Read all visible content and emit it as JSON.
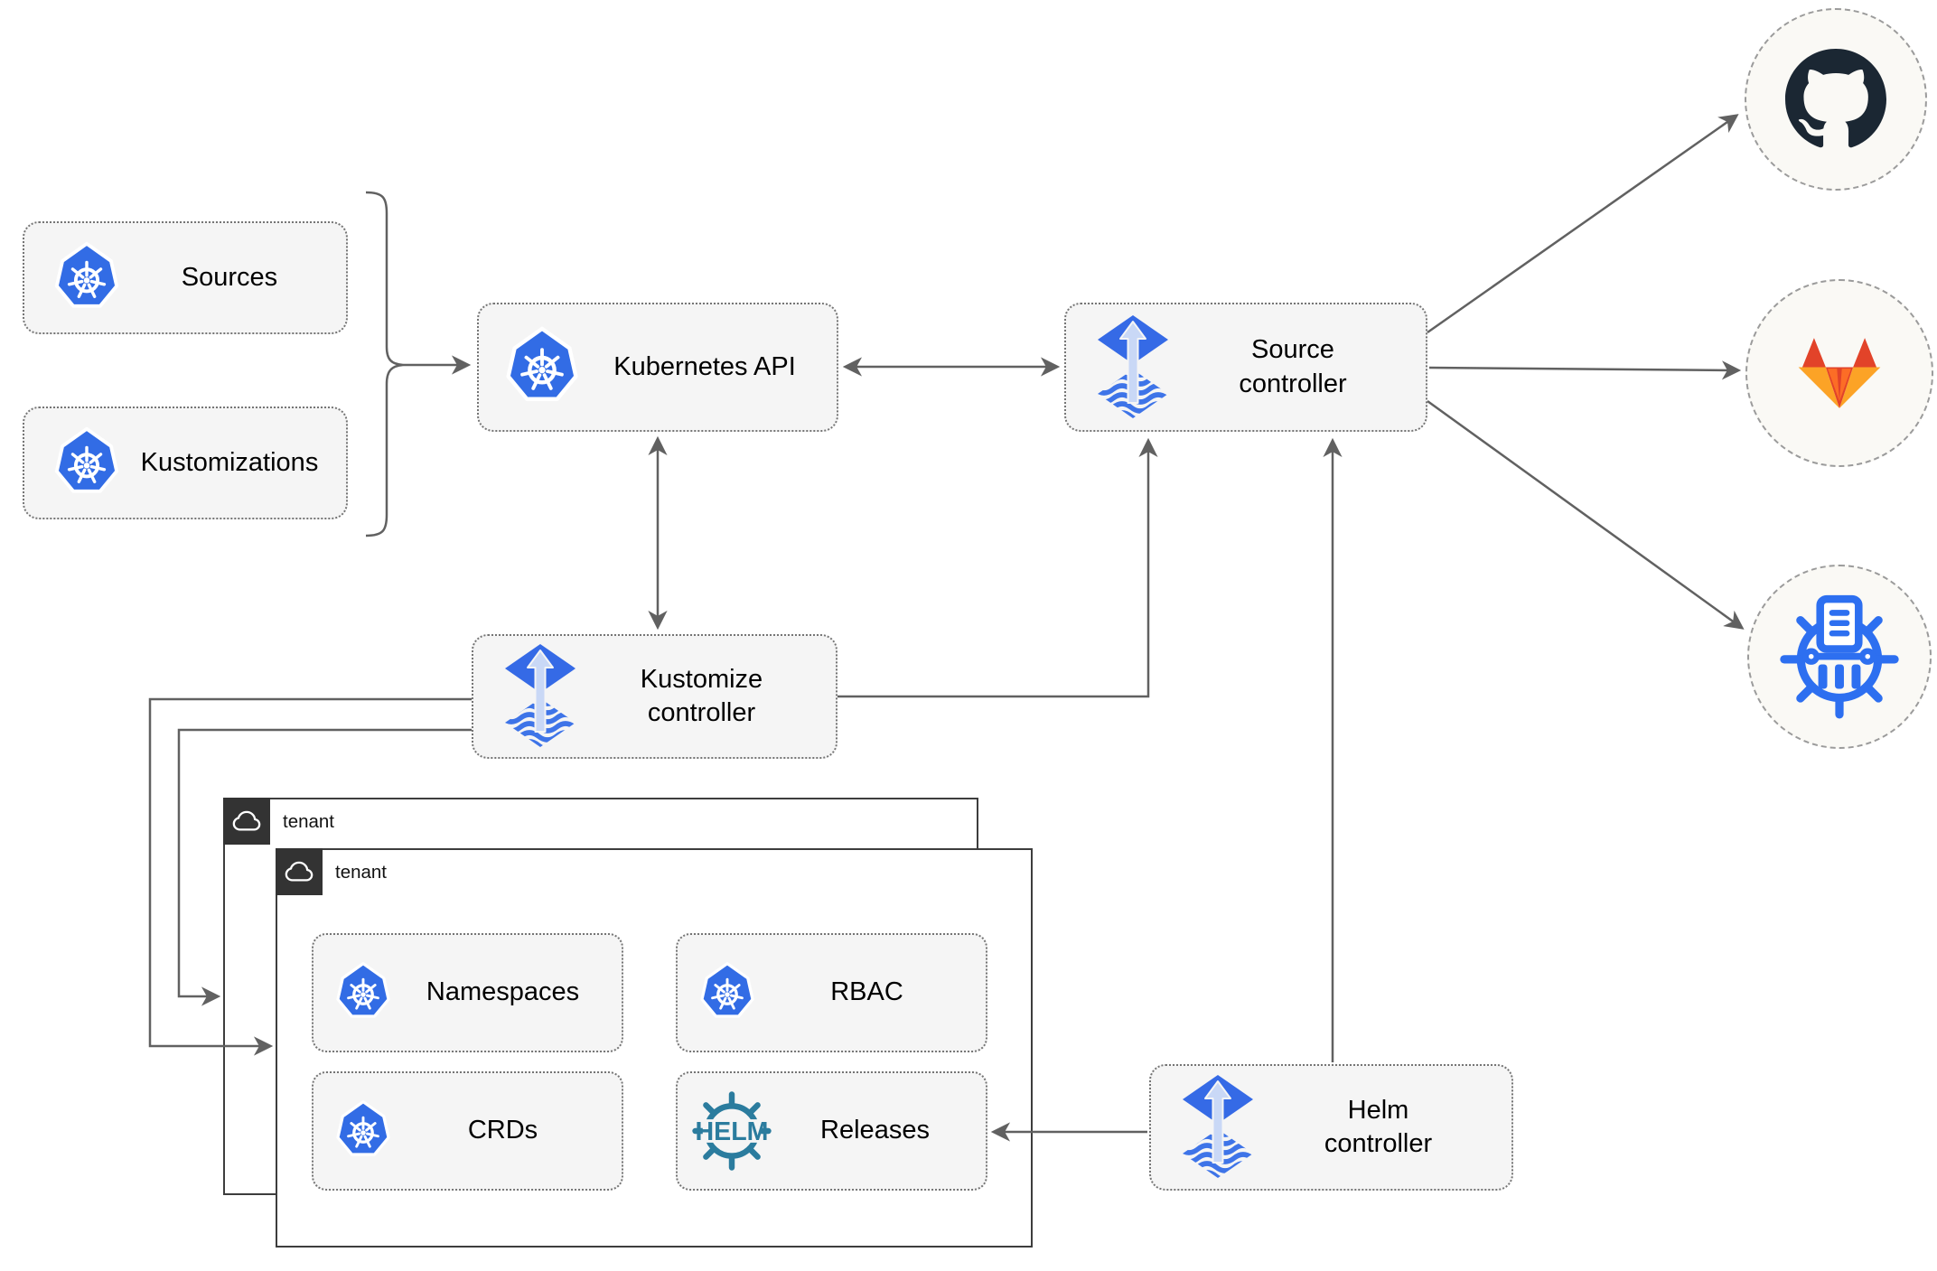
{
  "nodes": {
    "sources": "Sources",
    "kustomizations": "Kustomizations",
    "kubernetes_api": "Kubernetes API",
    "source_controller": "Source\ncontroller",
    "kustomize_controller": "Kustomize\ncontroller",
    "helm_controller": "Helm\ncontroller",
    "tenant_back": "tenant",
    "tenant_front": "tenant",
    "namespaces": "Namespaces",
    "rbac": "RBAC",
    "crds": "CRDs",
    "releases": "Releases"
  },
  "icons": {
    "kubernetes": "kubernetes-logo",
    "flux": "flux-logo",
    "helm_text": "HELM",
    "cloud": "cloud-icon",
    "github": "github-logo",
    "gitlab": "gitlab-logo",
    "chart_repository": "chartmuseum-logo"
  },
  "colors": {
    "kubernetes_blue": "#326CE5",
    "flux_blue": "#356AE6",
    "flux_wave_blue": "#3E74E8",
    "flux_arrow_light": "#C9D8F6",
    "helm_teal": "#2B7C9E",
    "chartmuseum_blue": "#2D6FF0",
    "github_dark": "#1B2733",
    "gitlab_red_orange": "#E24329",
    "gitlab_orange": "#FC6D26",
    "gitlab_light_orange": "#FCA326",
    "arrow_gray": "#616161",
    "node_fill": "#F5F5F5",
    "tenant_tab": "#333333"
  }
}
